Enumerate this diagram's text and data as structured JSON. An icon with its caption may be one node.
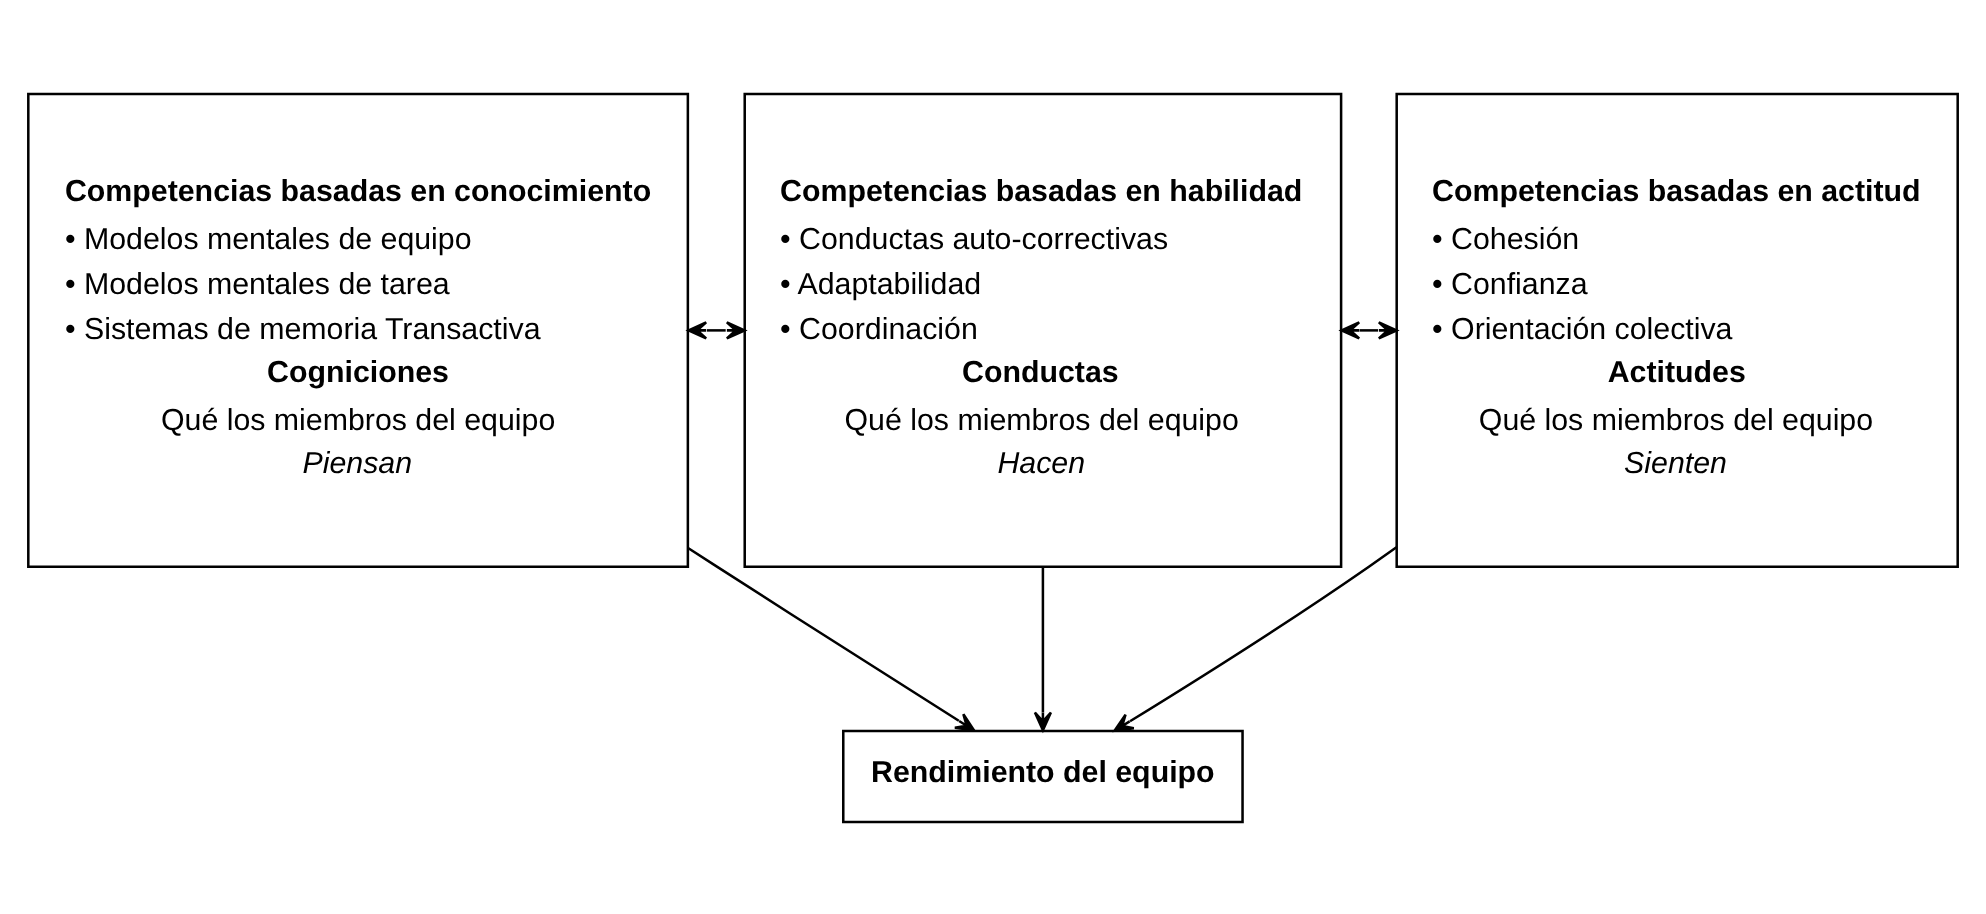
{
  "diagram": {
    "nodes": [
      {
        "text": [
          "Rendimiento del equipo"
        ]
      },
      {
        "text": [
          "Competencias basadas en conocimiento",
          "• Modelos mentales de equipo",
          "• Modelos mentales de tarea",
          "• Sistemas de memoria Transactiva",
          "Cogniciones",
          "Qué los miembros del equipo",
          "Piensan"
        ]
      },
      {
        "text": [
          "Competencias basadas en habilidad",
          "• Conductas auto-correctivas",
          "• Adaptabilidad",
          "• Coordinación",
          "Conductas",
          "Qué los miembros del equipo",
          "Hacen"
        ]
      },
      {
        "text": [
          "Competencias basadas en actitud",
          "• Cohesión",
          "• Confianza",
          "• Orientación colectiva",
          "Actitudes",
          "Qué los miembros del equipo",
          "Sienten"
        ]
      }
    ],
    "edges": [
      {
        "from": 1,
        "to": 0,
        "arrow": "to"
      },
      {
        "from": 2,
        "to": 0,
        "arrow": "to"
      },
      {
        "from": 3,
        "to": 0,
        "arrow": "to"
      },
      {
        "from": 1,
        "to": 2,
        "arrow": "both"
      },
      {
        "from": 2,
        "to": 3,
        "arrow": "both"
      }
    ]
  }
}
